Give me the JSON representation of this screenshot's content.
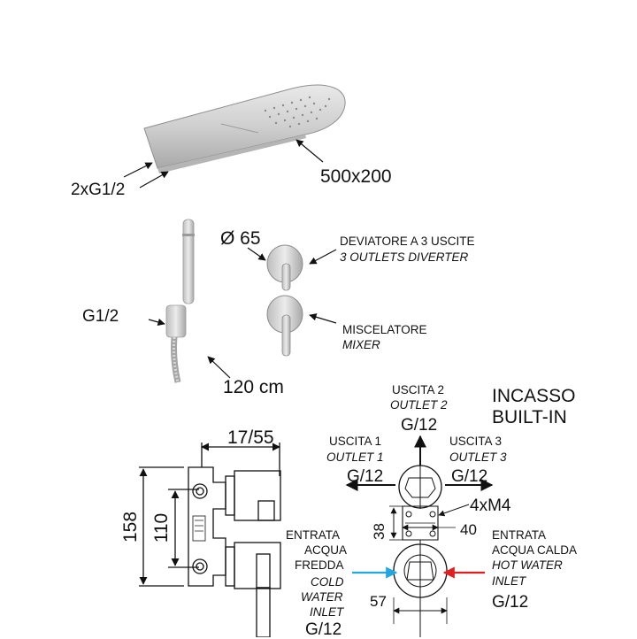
{
  "shower_head": {
    "connection_label": "2xG1/2",
    "size_label": "500x200"
  },
  "hand_shower": {
    "connection_label": "G1/2",
    "hose_length_label": "120 cm"
  },
  "controls": {
    "diameter_label": "Ø 65",
    "diverter_it": "DEVIATORE A 3 USCITE",
    "diverter_en": "3 OUTLETS DIVERTER",
    "mixer_it": "MISCELATORE",
    "mixer_en": "MIXER"
  },
  "side_view": {
    "depth_label": "17/55",
    "height_total": "158",
    "height_inner": "110"
  },
  "built_in": {
    "title_it": "INCASSO",
    "title_en": "BUILT-IN",
    "outlet2_it": "USCITA 2",
    "outlet2_en": "OUTLET 2",
    "outlet2_size": "G/12",
    "outlet1_it": "USCITA 1",
    "outlet1_en": "OUTLET 1",
    "outlet1_size": "G/12",
    "outlet3_it": "USCITA 3",
    "outlet3_en": "OUTLET 3",
    "outlet3_size": "G/12",
    "screws_label": "4xM4",
    "dim_vertical": "38",
    "dim_horizontal": "40",
    "dim_bottom": "57",
    "cold_l1": "ENTRATA",
    "cold_l2": "ACQUA",
    "cold_l3": "FREDDA",
    "cold_en1": "COLD",
    "cold_en2": "WATER",
    "cold_en3": "INLET",
    "cold_size": "G/12",
    "hot_l1": "ENTRATA",
    "hot_l2": "ACQUA CALDA",
    "hot_en1": "HOT WATER",
    "hot_en2": "INLET",
    "hot_size": "G/12",
    "cold_color": "#22a7e0",
    "hot_color": "#e02020"
  }
}
